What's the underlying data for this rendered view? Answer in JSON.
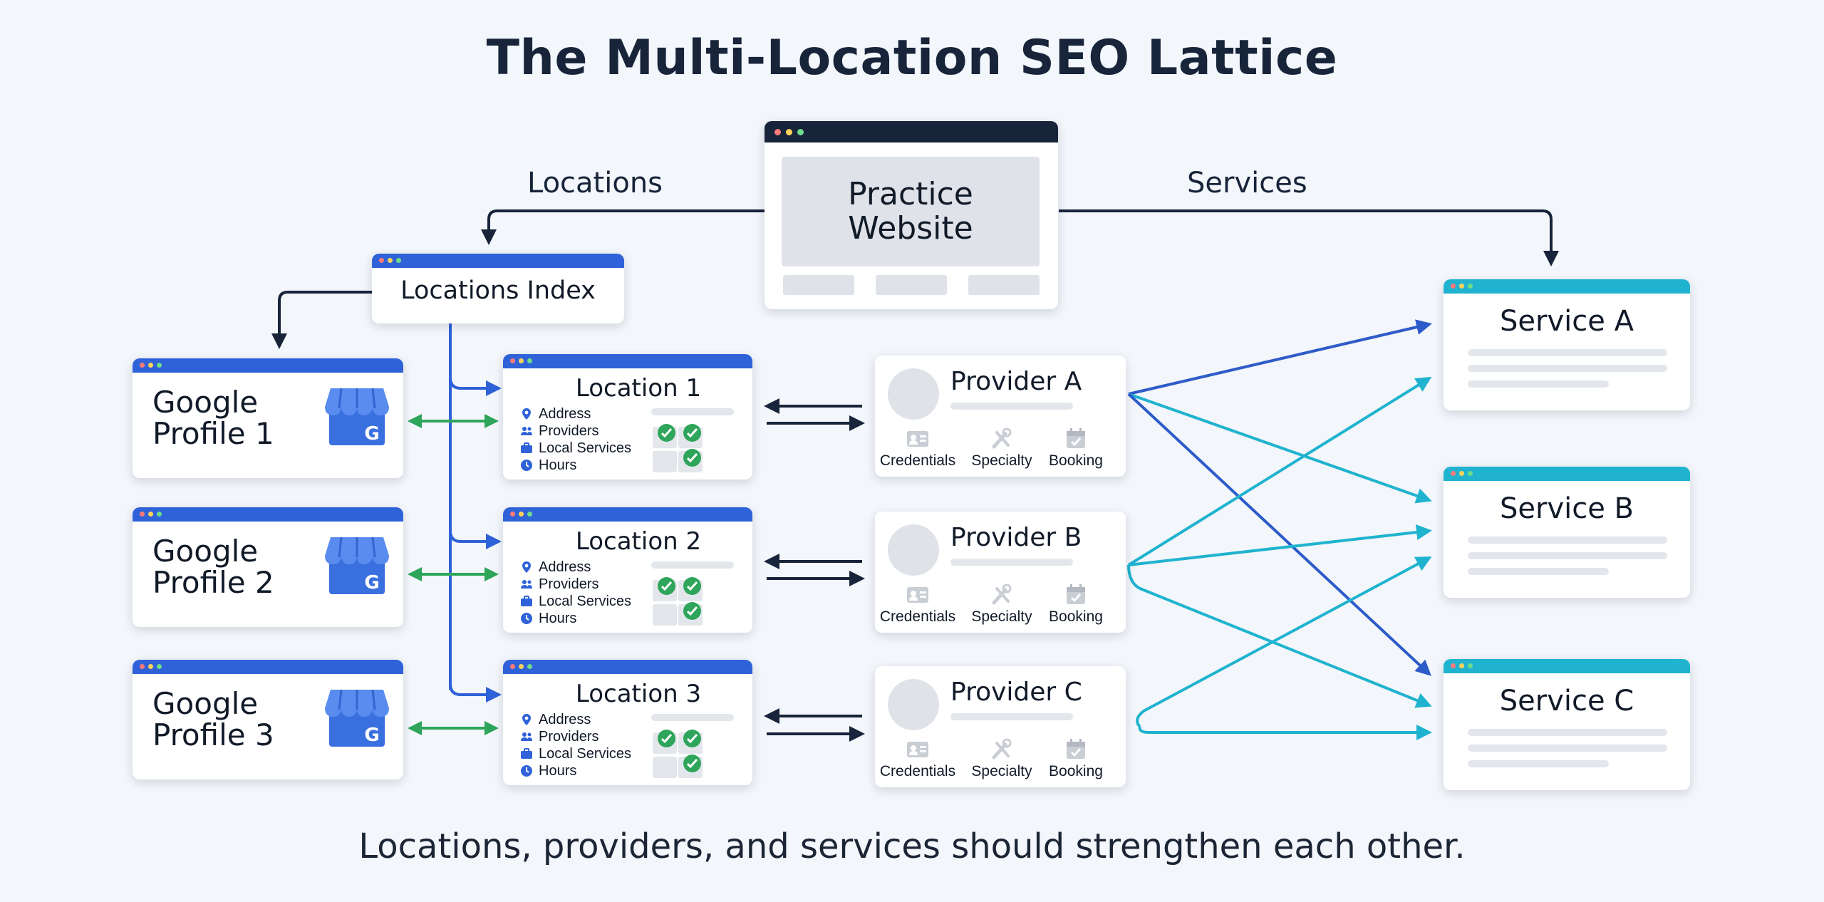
{
  "title": "The Multi-Location SEO Lattice",
  "caption": "Locations, providers, and services should strengthen each other.",
  "edges": {
    "left_label": "Locations",
    "right_label": "Services"
  },
  "website": {
    "line1": "Practice",
    "line2": "Website"
  },
  "locations_index": {
    "label": "Locations Index"
  },
  "google_profiles": [
    {
      "line1": "Google",
      "line2": "Profile 1",
      "icon": "google-business-icon",
      "badge": "G"
    },
    {
      "line1": "Google",
      "line2": "Profile 2",
      "icon": "google-business-icon",
      "badge": "G"
    },
    {
      "line1": "Google",
      "line2": "Profile 3",
      "icon": "google-business-icon",
      "badge": "G"
    }
  ],
  "locations": [
    {
      "title": "Location 1",
      "fields": [
        "Address",
        "Providers",
        "Local Services",
        "Hours"
      ]
    },
    {
      "title": "Location 2",
      "fields": [
        "Address",
        "Providers",
        "Local Services",
        "Hours"
      ]
    },
    {
      "title": "Location 3",
      "fields": [
        "Address",
        "Providers",
        "Local Services",
        "Hours"
      ]
    }
  ],
  "providers": [
    {
      "name": "Provider A",
      "features": [
        "Credentials",
        "Specialty",
        "Booking"
      ]
    },
    {
      "name": "Provider B",
      "features": [
        "Credentials",
        "Specialty",
        "Booking"
      ]
    },
    {
      "name": "Provider C",
      "features": [
        "Credentials",
        "Specialty",
        "Booking"
      ]
    }
  ],
  "services": [
    {
      "title": "Service A"
    },
    {
      "title": "Service B"
    },
    {
      "title": "Service C"
    }
  ],
  "colors": {
    "navy": "#17243a",
    "brand_blue": "#2f62d8",
    "teal": "#1fb3cf",
    "green": "#2ea55a",
    "background": "#f3f6fa"
  }
}
